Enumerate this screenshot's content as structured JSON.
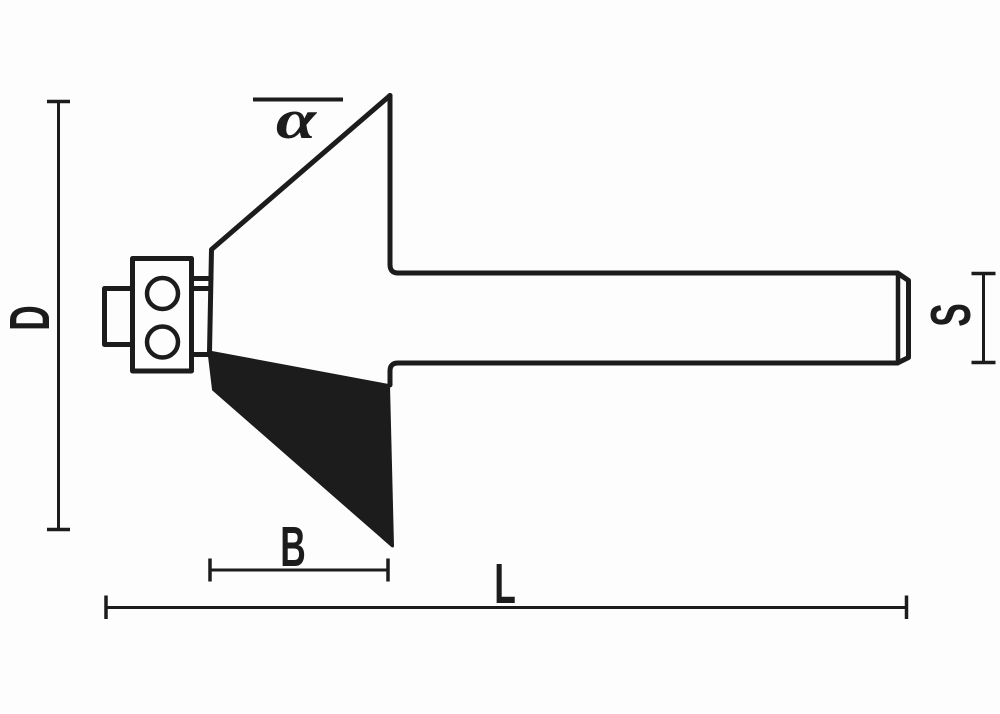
{
  "drawing": {
    "type": "chamfer-router-bit-with-bearing-technical-drawing",
    "labels": {
      "diameter": "D",
      "angle": "α",
      "shank_diameter": "S",
      "cutting_length": "B",
      "overall_length": "L"
    },
    "colors": {
      "line": "#1c1c1c",
      "background": "#fdfdfd",
      "flute_fill": "#1c1c1c"
    }
  }
}
